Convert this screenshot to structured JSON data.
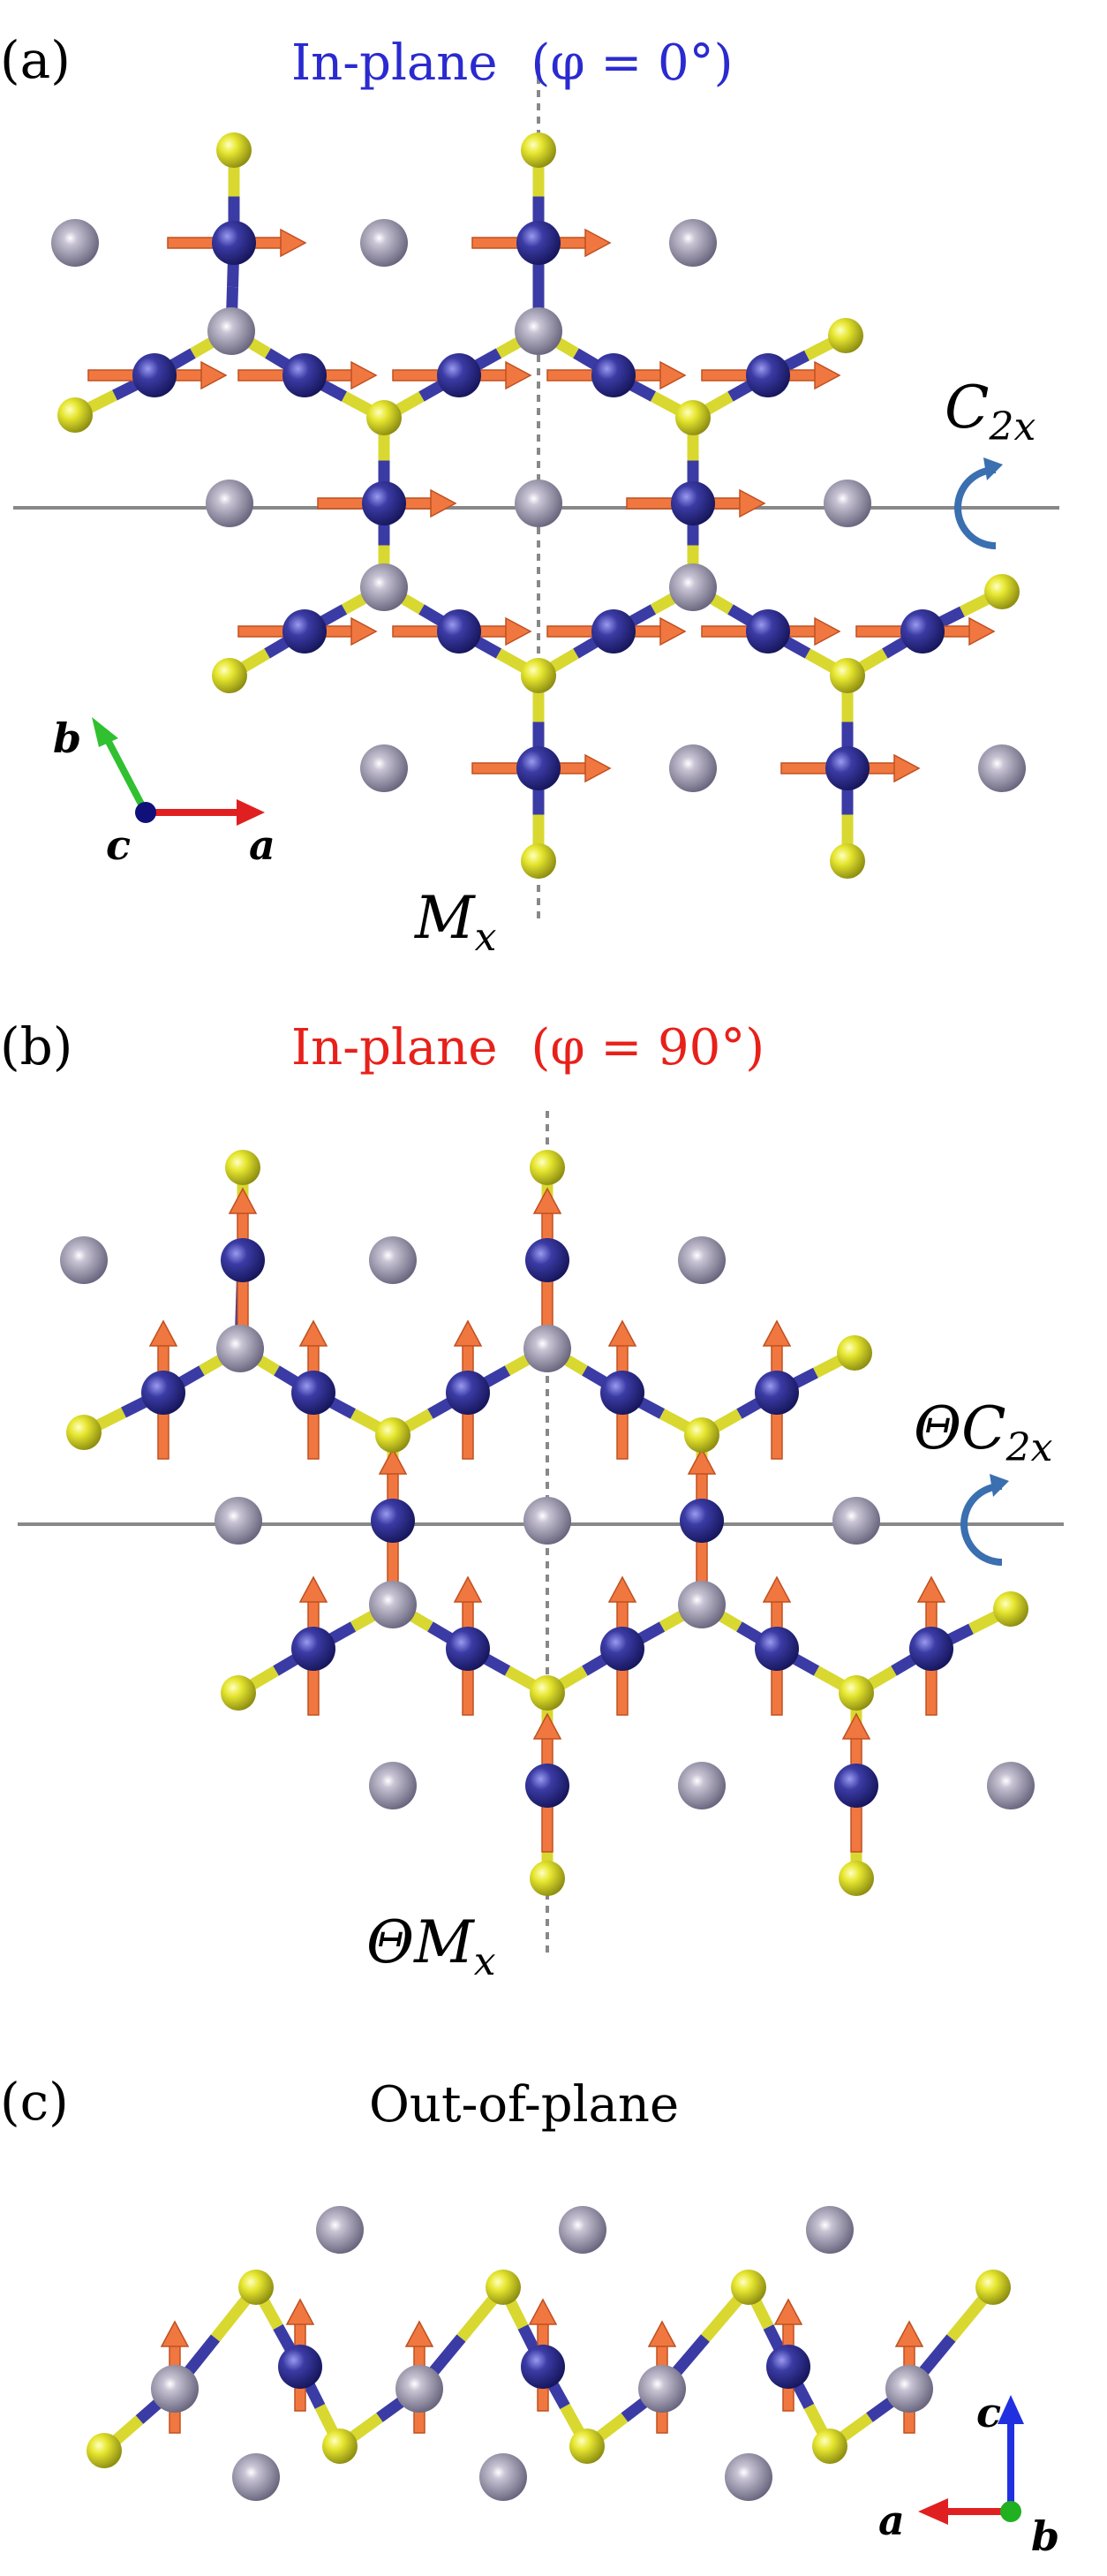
{
  "panels": {
    "a": {
      "label": "(a)",
      "title": "In-plane",
      "angle": "(φ = 0°)",
      "title_color": "#2a2ad0",
      "sym_h": "C",
      "sym_h_sub": "2x",
      "sym_v": "M",
      "sym_v_sub": "x"
    },
    "b": {
      "label": "(b)",
      "title": "In-plane",
      "angle": "(φ = 90°)",
      "title_color": "#e8201a",
      "sym_h": "ΘC",
      "sym_h_sub": "2x",
      "sym_v": "ΘM",
      "sym_v_sub": "x"
    },
    "c": {
      "label": "(c)",
      "title": "Out-of-plane"
    }
  },
  "axes": {
    "a_label": "a",
    "b_label": "b",
    "c_label": "c"
  },
  "colors": {
    "blue_atom": "#3b3ba5",
    "yellow_atom": "#e6e630",
    "grey_atom": "#a8a4b8",
    "spin_arrow": "#f07840",
    "rotation_arrow": "#3a6fb0",
    "axis_a": "#e02020",
    "axis_b": "#30c030",
    "axis_c": "#2030e0"
  }
}
